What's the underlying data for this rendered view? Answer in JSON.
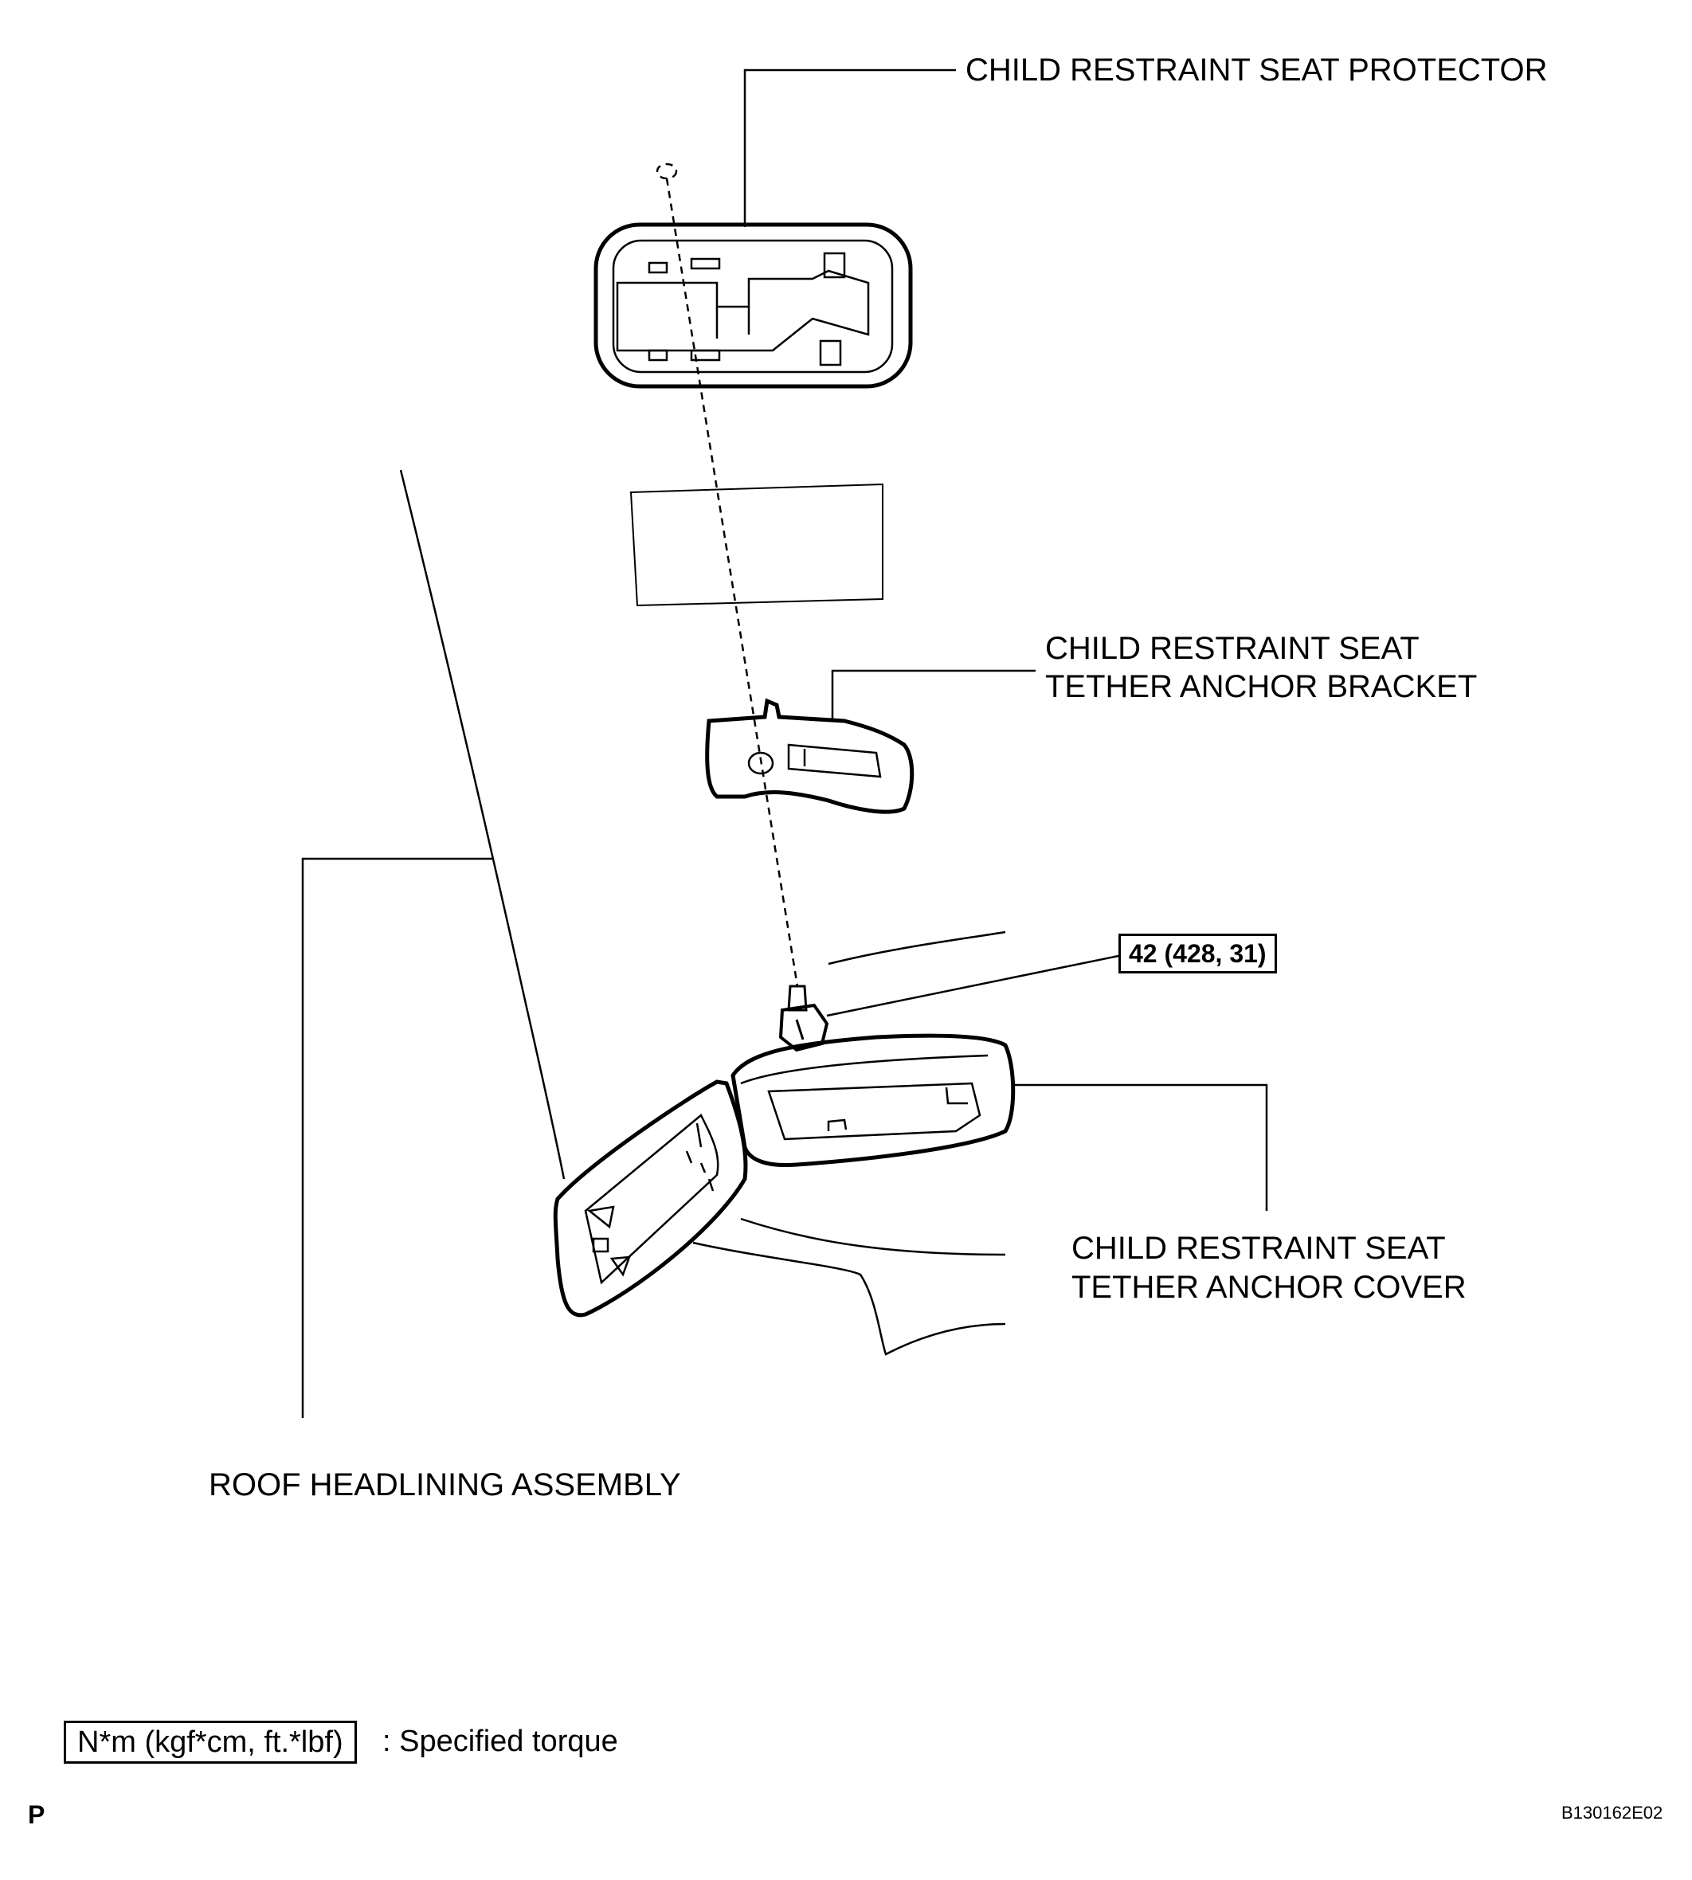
{
  "labels": {
    "protector": "CHILD RESTRAINT SEAT PROTECTOR",
    "bracket_line1": "CHILD RESTRAINT SEAT",
    "bracket_line2": "TETHER ANCHOR BRACKET",
    "cover_line1": "CHILD RESTRAINT SEAT",
    "cover_line2": "TETHER ANCHOR COVER",
    "headlining": "ROOF HEADLINING ASSEMBLY"
  },
  "torque": {
    "value": "42 (428, 31)"
  },
  "legend": {
    "unit": "N*m (kgf*cm, ft.*lbf)",
    "description": ": Specified torque"
  },
  "footer": {
    "page_letter": "P",
    "figure_code": "B130162E02"
  }
}
